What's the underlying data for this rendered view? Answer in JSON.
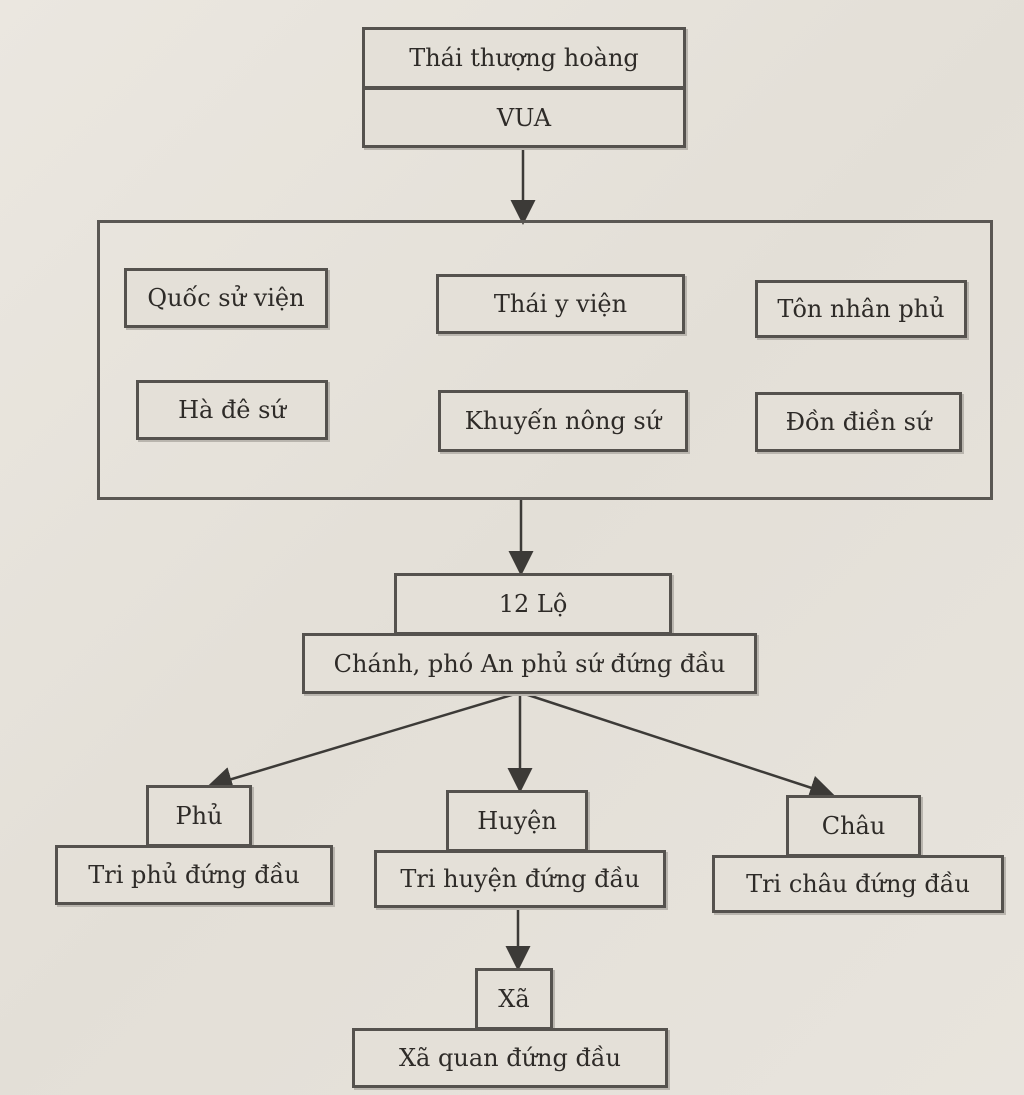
{
  "top": {
    "title": "Thái thượng hoàng",
    "king": "VUA"
  },
  "central_agencies": [
    "Quốc sử viện",
    "Thái y viện",
    "Tôn nhân phủ",
    "Hà đê sứ",
    "Khuyến nông sứ",
    "Đồn điền sứ"
  ],
  "province": {
    "name": "12 Lộ",
    "head": "Chánh, phó An phủ sứ đứng đầu"
  },
  "districts": [
    {
      "name": "Phủ",
      "head": "Tri phủ đứng đầu"
    },
    {
      "name": "Huyện",
      "head": "Tri huyện đứng đầu"
    },
    {
      "name": "Châu",
      "head": "Tri châu đứng đầu"
    }
  ],
  "commune": {
    "name": "Xã",
    "head": "Xã quan đứng đầu"
  }
}
